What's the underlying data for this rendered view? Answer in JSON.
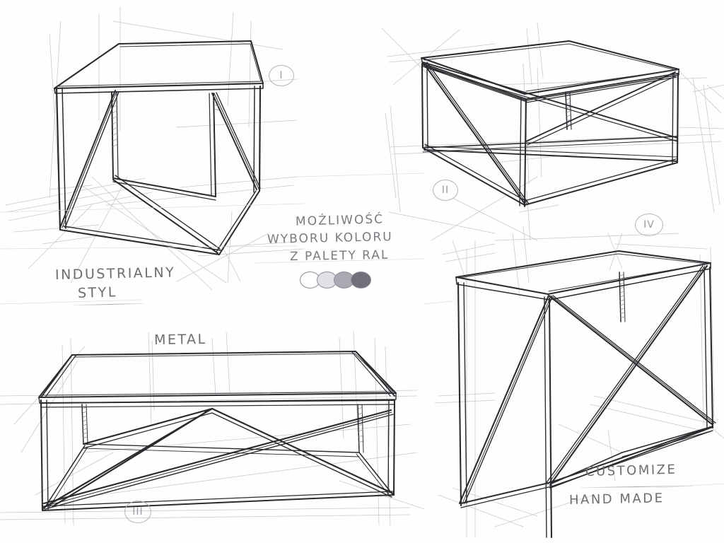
{
  "sheet": {
    "title": "Industrial metal furniture concept sketches",
    "background_color": "#fefefe",
    "pencil_color": "#2b2b2f",
    "construction_line_color": "#c9c9cf",
    "handwriting_color": "#6d6d72"
  },
  "annotations": {
    "style_label_line1": "INDUSTRIALNY",
    "style_label_line2": "STYL",
    "material_label": "METAL",
    "color_note_line1": "MOŻLIWOŚĆ",
    "color_note_line2": "WYBORU  KOLORU",
    "color_note_line3": "Z  PALETY  RAL",
    "customize_label": "CUSTOMIZE",
    "handmade_label": "HAND MADE"
  },
  "color_swatches": [
    {
      "name": "swatch-1-white",
      "fill": "#ffffff"
    },
    {
      "name": "swatch-2-light",
      "fill": "#dcdce0"
    },
    {
      "name": "swatch-3-medium",
      "fill": "#a8a8b0"
    },
    {
      "name": "swatch-4-dark",
      "fill": "#6e6e78"
    }
  ],
  "markers": [
    {
      "id": "I",
      "label": "I"
    },
    {
      "id": "II",
      "label": "II"
    },
    {
      "id": "III",
      "label": "III"
    },
    {
      "id": "IV",
      "label": "IV"
    }
  ],
  "designs": [
    {
      "marker": "I",
      "name": "cube-side-table",
      "description": "Square cube side table with diagonal corner braces, drawn in two-point perspective"
    },
    {
      "marker": "II",
      "name": "square-coffee-table",
      "description": "Low square coffee table seen from above with diagonal cross braces in the frame"
    },
    {
      "marker": "III",
      "name": "rectangular-bench-table",
      "description": "Long low rectangular coffee table with a large X cross brace across the long side"
    },
    {
      "marker": "IV",
      "name": "console-table",
      "description": "Tall narrow console table with X cross bracing on the end panel"
    }
  ]
}
